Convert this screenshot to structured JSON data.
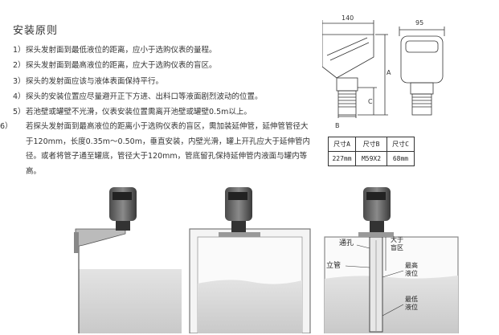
{
  "title": "安装原则",
  "rules": [
    {
      "num": "1）",
      "text": "探头发射面到最低液位的距离，应小于选购仪表的量程。"
    },
    {
      "num": "2）",
      "text": "探头发射面到最高液位的距离，应大于选购仪表的盲区。"
    },
    {
      "num": "3）",
      "text": "探头的发射面应该与液体表面保持平行。"
    },
    {
      "num": "4）",
      "text": "探头的安装位置应尽量避开正下方进、出料口等液面剧烈波动的位置。"
    },
    {
      "num": "5）",
      "text": "若池壁或罐壁不光滑，仪表安装位置需离开池壁或罐壁0.5m以上。"
    },
    {
      "num": "6）",
      "text": "若探头发射面到最高液位的距离小于选购仪表的盲区，需加装延伸管，延伸管管径大于120mm，长度0.35m～0.50m，垂直安装，内壁光滑，罐上开孔应大于延伸管内径。或者将管子通至罐底，管径大于120mm，管底留孔保持延伸管内液面与罐内等高。"
    }
  ],
  "dimensions": {
    "front_width": "140",
    "side_width": "95",
    "label_a": "A",
    "label_b": "B",
    "label_c": "C"
  },
  "dim_table": {
    "headers": [
      "尺寸A",
      "尺寸B",
      "尺寸C"
    ],
    "values": [
      "227mm",
      "M59X2",
      "68mm"
    ]
  },
  "annotations": {
    "vent_hole": "通孔",
    "standpipe": "立管",
    "above_blind_l1": "大于",
    "above_blind_l2": "盲区",
    "highest_l1": "最高",
    "highest_l2": "液位",
    "lowest_l1": "最低",
    "lowest_l2": "液位"
  }
}
